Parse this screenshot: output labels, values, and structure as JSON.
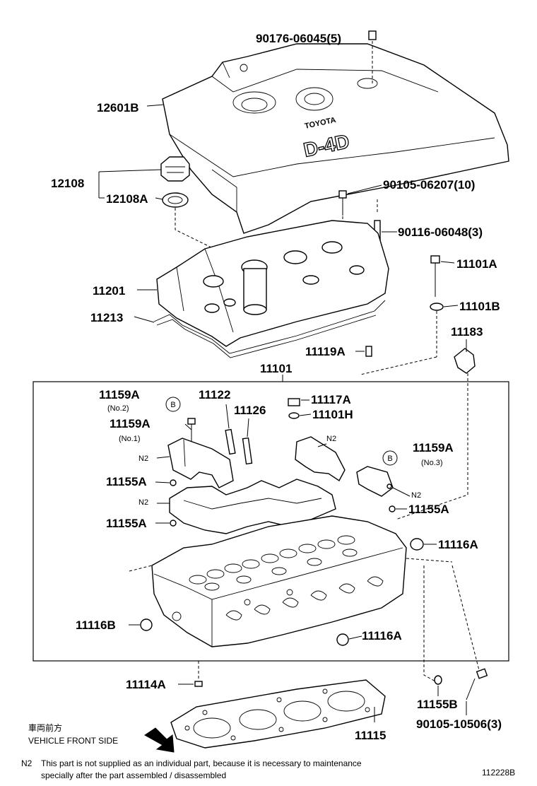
{
  "parts": {
    "p90176": "90176-06045(5)",
    "p12601B": "12601B",
    "p12108": "12108",
    "p12108A": "12108A",
    "p90105a": "90105-06207(10)",
    "p90116": "90116-06048(3)",
    "p11101A": "11101A",
    "p11201": "11201",
    "p11101B": "11101B",
    "p11213": "11213",
    "p11183": "11183",
    "p11119A": "11119A",
    "p11101": "11101",
    "p11159A_1": "11159A",
    "p11159A_1_sub": "(No.2)",
    "p11122": "11122",
    "p11117A": "11117A",
    "p11126": "11126",
    "p11101H": "11101H",
    "p11159A_2": "11159A",
    "p11159A_2_sub": "(No.1)",
    "p11159A_3": "11159A",
    "p11159A_3_sub": "(No.3)",
    "p11155A_1": "11155A",
    "p11155A_2": "11155A",
    "p11155A_3": "11155A",
    "p11116A_1": "11116A",
    "p11116B": "11116B",
    "p11116A_2": "11116A",
    "p11114A": "11114A",
    "p11155B": "11155B",
    "p90105b": "90105-10506(3)",
    "p11115": "11115"
  },
  "markers": {
    "b": "B",
    "n2": "N2",
    "toyota": "TOYOTA",
    "d4d": "D-4D"
  },
  "front": {
    "jp": "車両前方",
    "en": "VEHICLE FRONT SIDE"
  },
  "note": {
    "label": "N2",
    "line1": "This part is not supplied as an individual part, because it is necessary to maintenance",
    "line2": "specially after the part assembled / disassembled"
  },
  "diagram_id": "112228B"
}
